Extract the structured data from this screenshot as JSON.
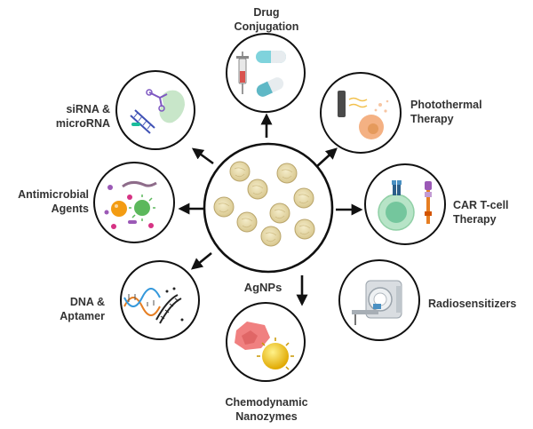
{
  "center": {
    "label": "AgNPs"
  },
  "applications": [
    {
      "id": "drug-conjugation",
      "label": "Drug\nConjugation",
      "icon": "pill-syringe-icon"
    },
    {
      "id": "photothermal-therapy",
      "label": "Photothermal\nTherapy",
      "icon": "laser-cell-icon"
    },
    {
      "id": "car-t-cell-therapy",
      "label": "CAR T-cell\nTherapy",
      "icon": "car-t-cell-icon"
    },
    {
      "id": "radiosensitizers",
      "label": "Radiosensitizers",
      "icon": "radiotherapy-machine-icon"
    },
    {
      "id": "chemodynamic-nanozymes",
      "label": "Chemodynamic\nNanozymes",
      "icon": "nanozyme-cell-icon"
    },
    {
      "id": "dna-aptamer",
      "label": "DNA &\nAptamer",
      "icon": "dna-helix-icon"
    },
    {
      "id": "antimicrobial-agents",
      "label": "Antimicrobial\nAgents",
      "icon": "microbes-icon"
    },
    {
      "id": "sirna-microrna",
      "label": "siRNA &\nmicroRNA",
      "icon": "rna-dicer-icon"
    }
  ],
  "colors": {
    "outline": "#1a1a1a",
    "particle_fill": "#e8dcae",
    "particle_stroke": "#b9a56b",
    "text": "#333333"
  }
}
